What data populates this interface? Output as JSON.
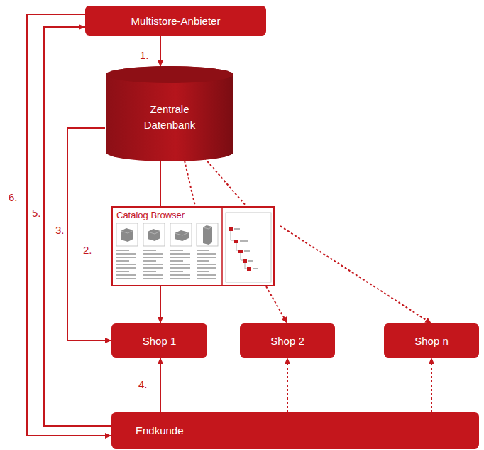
{
  "diagram": {
    "nodes": [
      {
        "text": [
          "Multistore-Anbieter"
        ]
      },
      {
        "text": [
          "Zentrale Datenbank"
        ]
      },
      {
        "text": [
          "Catalog Browser"
        ]
      },
      {
        "text": [
          "Shop 1"
        ]
      },
      {
        "text": [
          "Shop 2"
        ]
      },
      {
        "text": [
          "Shop n"
        ]
      },
      {
        "text": [
          "Endkunde"
        ]
      }
    ],
    "edges": [
      {
        "from": 0,
        "to": 1,
        "arrow": "to",
        "label": "1."
      },
      {
        "from": 1,
        "to": 2,
        "arrow": "none"
      },
      {
        "from": 1,
        "to": 2,
        "arrow": "none"
      },
      {
        "from": 2,
        "to": 3,
        "arrow": "to"
      },
      {
        "from": 2,
        "to": 4,
        "arrow": "to"
      },
      {
        "from": 2,
        "to": 5,
        "arrow": "to"
      },
      {
        "from": 1,
        "to": 3,
        "arrow": "to",
        "label": "3."
      },
      {
        "from": 6,
        "to": 3,
        "arrow": "to",
        "label": "4."
      },
      {
        "from": 6,
        "to": 4,
        "arrow": "to"
      },
      {
        "from": 6,
        "to": 5,
        "arrow": "to"
      },
      {
        "from": 6,
        "to": 0,
        "arrow": "to",
        "label": "5."
      },
      {
        "from": 0,
        "to": 6,
        "arrow": "to",
        "label": "6."
      }
    ],
    "labels": [
      "2."
    ]
  }
}
